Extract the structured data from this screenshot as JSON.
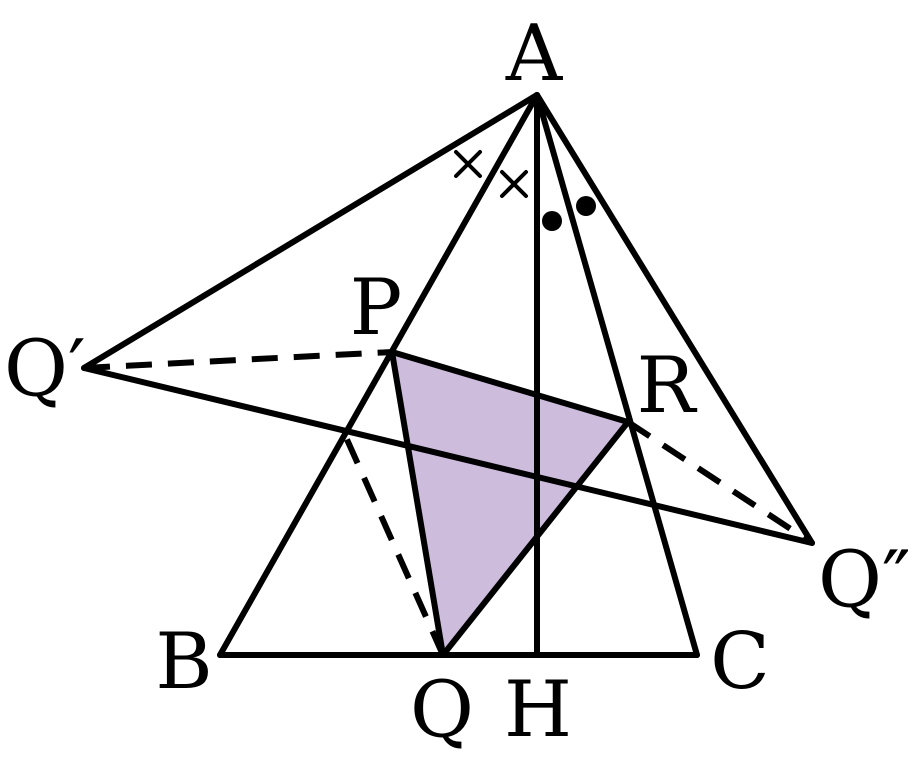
{
  "colors": {
    "stroke": "#000000",
    "triangle_fill": "#cdbcdc",
    "background": "#ffffff"
  },
  "labels": {
    "A": "A",
    "B": "B",
    "C": "C",
    "H": "H",
    "P": "P",
    "Q": "Q",
    "R": "R",
    "Q_prime": "Q′",
    "Q_double_prime": "Q″"
  },
  "angle_marks": {
    "cross_count": 2,
    "dot_count": 2
  }
}
